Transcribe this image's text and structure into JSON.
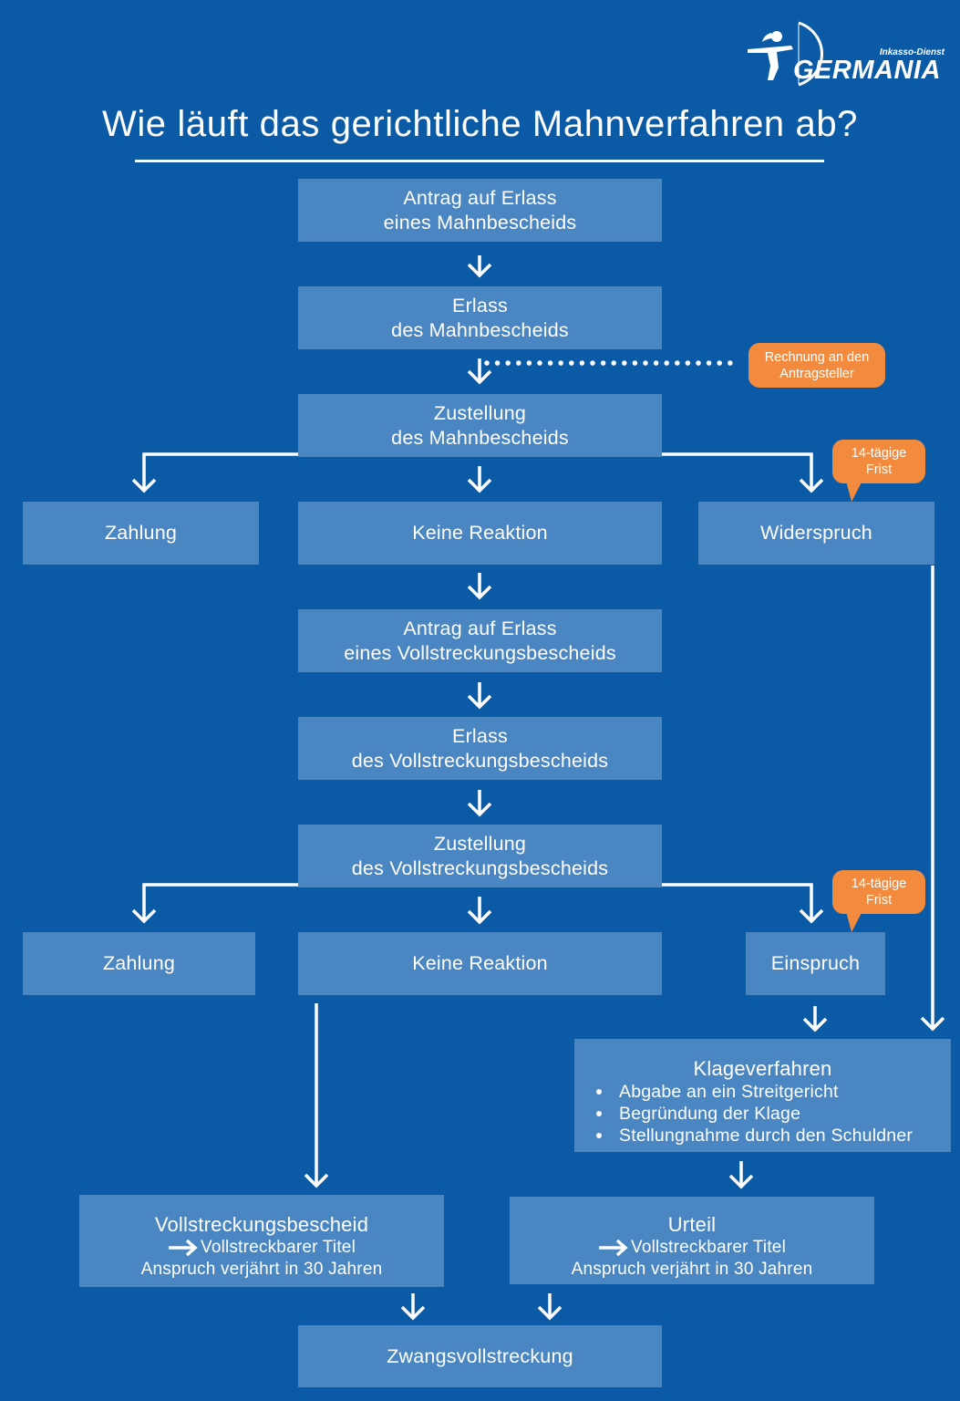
{
  "logo": {
    "tagline": "Inkasso-Dienst",
    "name": "GERMANIA",
    "icon": "archer-icon"
  },
  "title": "Wie läuft das gerichtliche Mahnverfahren ab?",
  "colors": {
    "background": "#0b5aa6",
    "box": "#4a86c1",
    "callout": "#f38b3f",
    "text": "#ffffff"
  },
  "icons": {
    "flow": "down-arrow-icon",
    "result": "arrow-right-icon",
    "list": "bullet-icon"
  },
  "mahnbescheid": {
    "antrag": {
      "line1": "Antrag auf Erlass",
      "line2": "eines Mahnbescheids"
    },
    "erlass": {
      "line1": "Erlass",
      "line2": "des Mahnbescheids"
    },
    "zustellung": {
      "line1": "Zustellung",
      "line2": "des Mahnbescheids"
    },
    "outcomes": {
      "zahlung": "Zahlung",
      "keine_reaktion": "Keine Reaktion",
      "widerspruch": "Widerspruch"
    }
  },
  "vollstreckungsbescheid": {
    "antrag": {
      "line1": "Antrag auf Erlass",
      "line2": "eines Vollstreckungsbescheids"
    },
    "erlass": {
      "line1": "Erlass",
      "line2": "des Vollstreckungsbescheids"
    },
    "zustellung": {
      "line1": "Zustellung",
      "line2": "des Vollstreckungsbescheids"
    },
    "outcomes": {
      "zahlung": "Zahlung",
      "keine_reaktion": "Keine Reaktion",
      "einspruch": "Einspruch"
    }
  },
  "callouts": {
    "rechnung": {
      "line1": "Rechnung an den",
      "line2": "Antragsteller"
    },
    "frist_widerspruch": {
      "line1": "14-tägige",
      "line2": "Frist"
    },
    "frist_einspruch": {
      "line1": "14-tägige",
      "line2": "Frist"
    }
  },
  "klageverfahren": {
    "title": "Klageverfahren",
    "bullets": [
      "Abgabe an ein Streitgericht",
      "Begründung der Klage",
      "Stellungnahme durch den Schuldner"
    ]
  },
  "results": {
    "vollstreckungsbescheid": {
      "title": "Vollstreckungsbescheid",
      "titel": "Vollstreckbarer Titel",
      "verjaehrung": "Anspruch verjährt in 30 Jahren"
    },
    "urteil": {
      "title": "Urteil",
      "titel": "Vollstreckbarer Titel",
      "verjaehrung": "Anspruch verjährt in 30 Jahren"
    }
  },
  "final_step": "Zwangsvollstreckung"
}
